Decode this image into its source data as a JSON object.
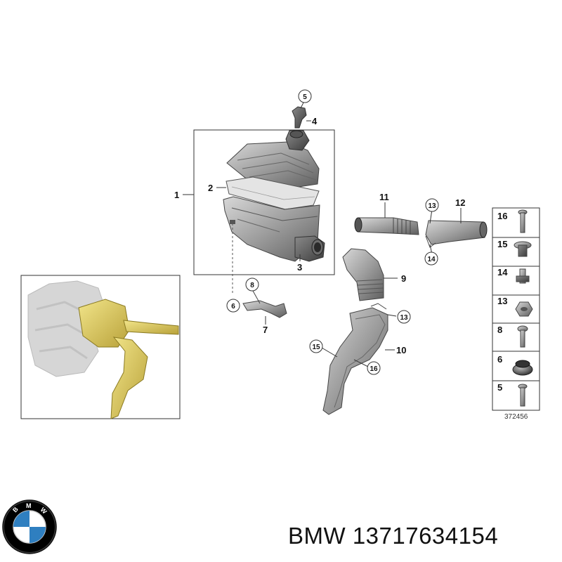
{
  "diagram": {
    "callouts": {
      "c1": "1",
      "c2": "2",
      "c3": "3",
      "c4": "4",
      "c5": "5",
      "c6": "6",
      "c7": "7",
      "c8": "8",
      "c9": "9",
      "c10": "10",
      "c11": "11",
      "c12": "12",
      "c13a": "13",
      "c13b": "13",
      "c14": "14",
      "c15": "15",
      "c16": "16"
    },
    "legend": {
      "items": [
        "16",
        "15",
        "14",
        "13",
        "8",
        "6",
        "5"
      ],
      "reference": "372456"
    }
  },
  "brand": {
    "logo_letters": [
      "B",
      "M",
      "W"
    ],
    "part_label": "BMW 13717634154",
    "colors": {
      "blue": "#2f7fc0",
      "black": "#000000",
      "white": "#ffffff",
      "metal": "#9a9a9a"
    }
  }
}
